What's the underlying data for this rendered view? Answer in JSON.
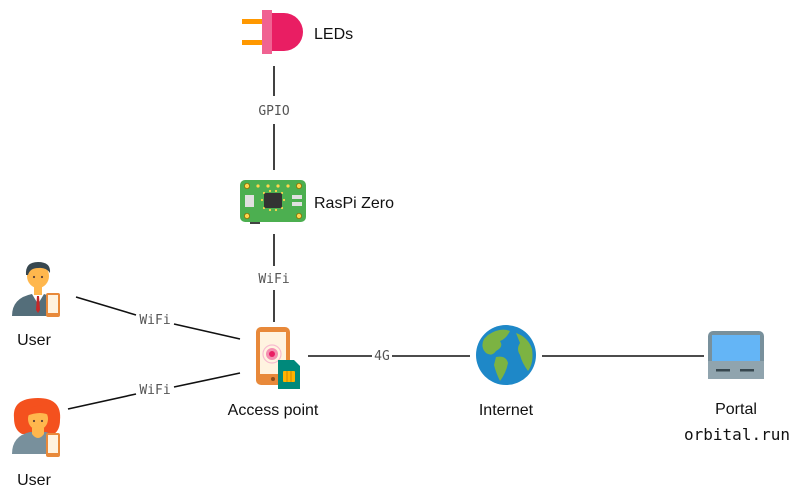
{
  "nodes": {
    "leds": {
      "label": "LEDs",
      "icon": "led-icon"
    },
    "raspi": {
      "label": "RasPi Zero",
      "icon": "circuit-board-icon"
    },
    "user_male": {
      "label": "User",
      "icon": "businessman-phone-icon"
    },
    "user_female": {
      "label": "User",
      "icon": "woman-phone-icon"
    },
    "access_point": {
      "label": "Access point",
      "icon": "phone-sim-icon"
    },
    "internet": {
      "label": "Internet",
      "icon": "globe-icon"
    },
    "portal": {
      "label": "Portal",
      "sublabel": "orbital.run",
      "icon": "terminal-icon"
    }
  },
  "edges": {
    "leds_raspi": {
      "label": "GPIO"
    },
    "raspi_ap": {
      "label": "WiFi"
    },
    "user1_ap": {
      "label": "WiFi"
    },
    "user2_ap": {
      "label": "WiFi"
    },
    "ap_internet": {
      "label": "4G"
    },
    "internet_portal": {
      "label": ""
    }
  },
  "colors": {
    "led_body": "#e91e63",
    "led_collar": "#f06292",
    "led_legs": "#ff9800",
    "board_green": "#4caf50",
    "phone_orange": "#e8893a",
    "sim_teal": "#00897b",
    "globe_blue": "#1e88c8",
    "globe_green": "#7cb342",
    "terminal_screen": "#64b5f6",
    "terminal_body": "#78909c"
  }
}
